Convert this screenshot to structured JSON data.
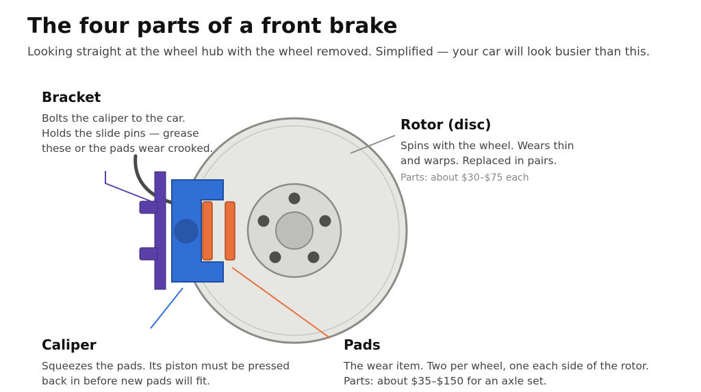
{
  "title": "The four parts of a front brake",
  "subtitle": "Looking straight at the wheel hub with the wheel removed. Simplified — your car will look busier than this.",
  "parts": {
    "bracket": {
      "name": "Bracket",
      "desc_lines": [
        "Bolts the caliper to the car.",
        "Holds the slide pins — grease",
        "these or the pads wear crooked."
      ],
      "color": "#5a3fa8"
    },
    "rotor": {
      "name": "Rotor (disc)",
      "desc_lines": [
        "Spins with the wheel. Wears thin",
        "and warps. Replaced in pairs."
      ],
      "cost": "Parts: about $30–$75 each",
      "color": "#e6e6e2"
    },
    "caliper": {
      "name": "Caliper",
      "desc_lines": [
        "Squeezes the pads. Its piston must be pressed",
        "back in before new pads will fit."
      ],
      "color": "#2f6fd6"
    },
    "pads": {
      "name": "Pads",
      "desc_lines": [
        "The wear item. Two per wheel, one each side of the rotor."
      ],
      "cost": "Parts: about $35–$150 for an axle set.",
      "color": "#e8703a"
    }
  }
}
